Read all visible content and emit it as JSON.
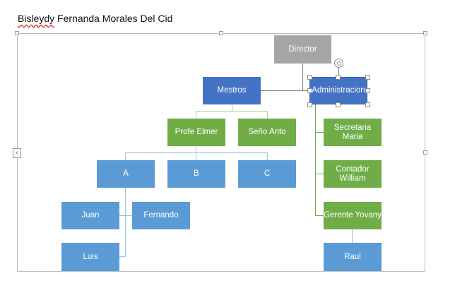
{
  "document": {
    "title_first": "Bisleydy",
    "title_rest": " Fernanda Morales Del Cid"
  },
  "chart": {
    "director": "Director",
    "maestros": "Mestros",
    "administracion": "Administracion",
    "profe_elmer": "Profe Elmer",
    "seno_anto": "Seño Anto",
    "a": "A",
    "b": "B",
    "c": "C",
    "juan": "Juan",
    "fernando": "Fernando",
    "luis": "Luis",
    "secretaria": "Secretaria Maria",
    "contador_line1": "Contador",
    "contador_line2": "William",
    "gerente": "Gerente Yovany",
    "raul": "Raul"
  },
  "colors": {
    "gray": "#a5a5a5",
    "dark_blue": "#4472c4",
    "green": "#70ad47",
    "light_blue": "#5b9bd5"
  }
}
